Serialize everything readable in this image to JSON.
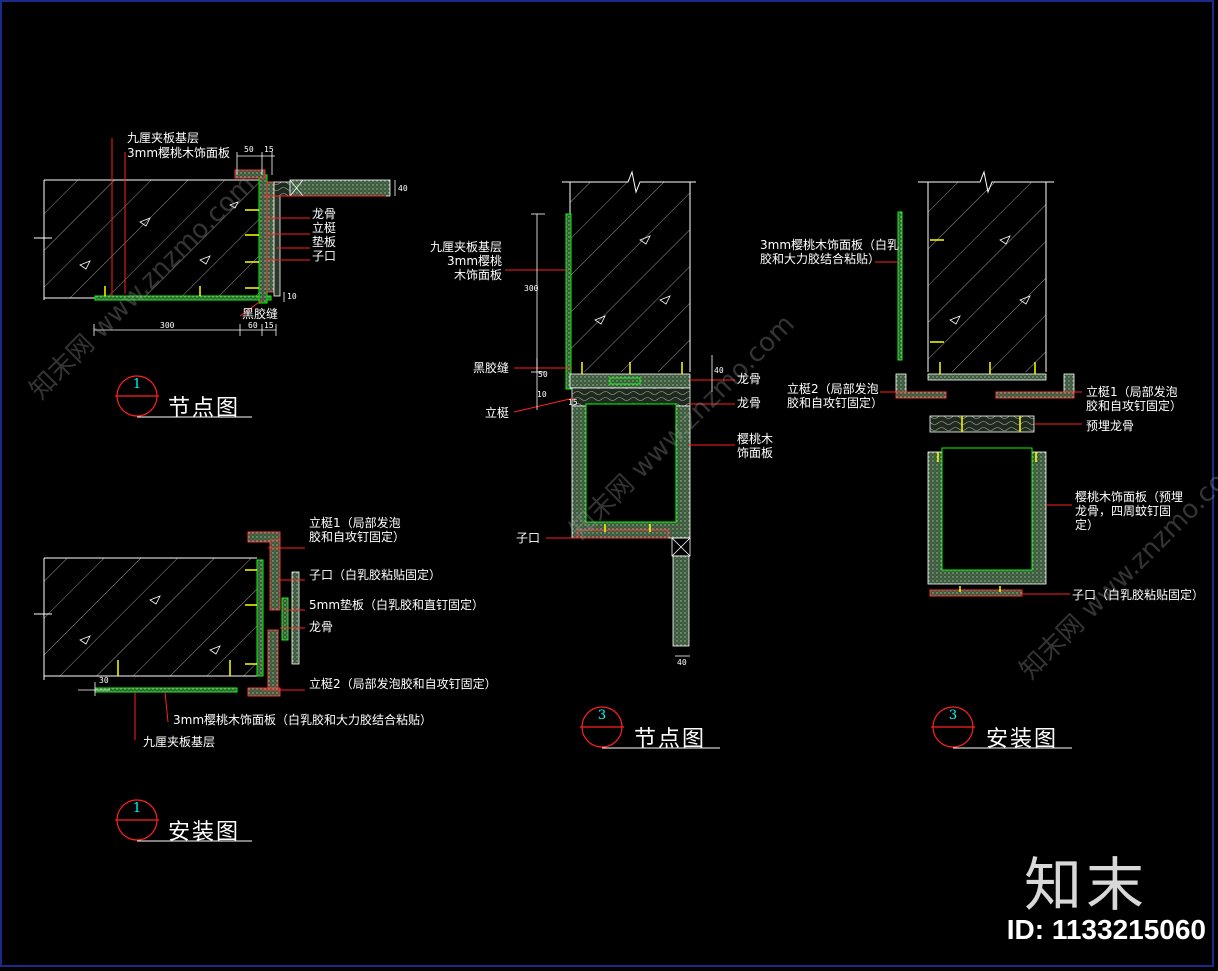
{
  "watermark": {
    "brand": "知末",
    "id": "ID: 1133215060",
    "diagonal_text": "知末网 www.znzmo.com"
  },
  "colors": {
    "background": "#000000",
    "wall_line": "#ffffff",
    "panel": "#00ff00",
    "leader": "#ff0000",
    "number": "#00ffff",
    "fastener": "#ffff00"
  },
  "views": {
    "v1_node": {
      "number": "1",
      "title": "节点图",
      "labels": {
        "plywood": "九厘夹板基层",
        "veneer": "3mm樱桃木饰面板",
        "keel": "龙骨",
        "post": "立梃",
        "pad": "垫板",
        "trim": "子口",
        "glue_seam": "黑胶缝"
      },
      "dims": {
        "top1": "50",
        "top2": "15",
        "right": "40",
        "bottom_total": "300",
        "bottom_a": "60",
        "bottom_b": "15",
        "small": "10"
      }
    },
    "v1_install": {
      "number": "1",
      "title": "安装图",
      "labels": {
        "post1": "立梃1（局部发泡\n胶和自攻钉固定）",
        "trim": "子口（白乳胶粘贴固定）",
        "pad": "5mm垫板（白乳胶和直钉固定）",
        "keel": "龙骨",
        "post2": "立梃2（局部发泡胶和自攻钉固定）",
        "veneer": "3mm樱桃木饰面板（白乳胶和大力胶结合粘贴）",
        "plywood": "九厘夹板基层"
      },
      "dims": {
        "left": "30"
      }
    },
    "v3_node": {
      "number": "3",
      "title": "节点图",
      "labels": {
        "plywood_veneer": "九厘夹板基层\n3mm樱桃\n木饰面板",
        "glue_seam": "黑胶缝",
        "post": "立梃",
        "keel1": "龙骨",
        "keel2": "龙骨",
        "cherry_panel": "樱桃木\n饰面板",
        "trim": "子口"
      },
      "dims": {
        "height": "300",
        "a": "50",
        "b": "10",
        "c": "15",
        "d": "40",
        "bottom": "40"
      }
    },
    "v3_install": {
      "number": "3",
      "title": "安装图",
      "labels": {
        "veneer": "3mm樱桃木饰面板（白乳\n胶和大力胶结合粘贴）",
        "post2": "立梃2（局部发泡\n胶和自攻钉固定）",
        "post1": "立梃1（局部发泡\n胶和自攻钉固定）",
        "pre_keel": "预埋龙骨",
        "cherry_panel": "樱桃木饰面板（预埋\n龙骨，四周蚊钉固\n定）",
        "trim": "子口（白乳胶粘贴固定）"
      }
    }
  }
}
